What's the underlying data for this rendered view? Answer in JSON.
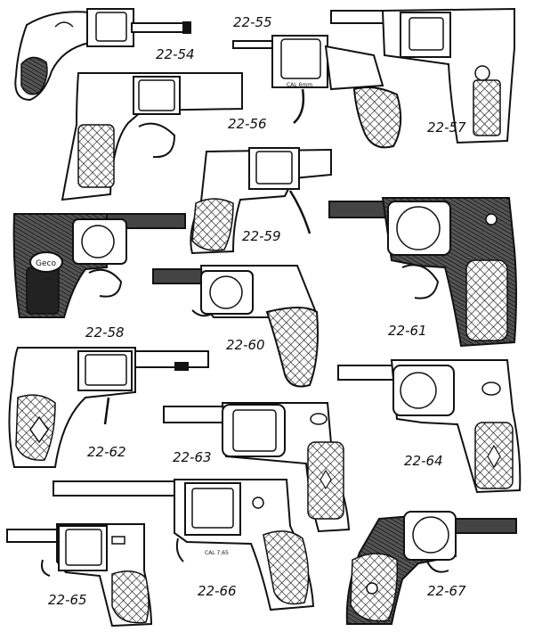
{
  "ink": "#111111",
  "paper": "#ffffff",
  "figures": [
    {
      "id": "22-54",
      "label": "22-54",
      "type": "bulldog",
      "grip": "bird-head",
      "trigger": "folding"
    },
    {
      "id": "22-55",
      "label": "22-55",
      "type": "velo-dog",
      "grip": "checkered",
      "trigger": "folding",
      "markings": "CAL 6mm"
    },
    {
      "id": "22-56",
      "label": "22-56",
      "type": "pocket-revolver",
      "grip": "checkered",
      "trigger": "guarded"
    },
    {
      "id": "22-57",
      "label": "22-57",
      "type": "pocket-revolver",
      "grip": "checkered",
      "trigger": "folding"
    },
    {
      "id": "22-58",
      "label": "22-58",
      "type": "pocket-revolver",
      "grip": "smooth",
      "trigger": "guarded",
      "markings": "Geco"
    },
    {
      "id": "22-59",
      "label": "22-59",
      "type": "velo-dog",
      "grip": "checkered",
      "trigger": "folding"
    },
    {
      "id": "22-60",
      "label": "22-60",
      "type": "velo-dog",
      "grip": "checkered",
      "trigger": "folding"
    },
    {
      "id": "22-61",
      "label": "22-61",
      "type": "pocket-revolver",
      "grip": "checkered",
      "trigger": "guarded"
    },
    {
      "id": "22-62",
      "label": "22-62",
      "type": "velo-dog",
      "grip": "diamond",
      "trigger": "folding"
    },
    {
      "id": "22-63",
      "label": "22-63",
      "type": "pocket-revolver",
      "grip": "diamond",
      "trigger": "folding"
    },
    {
      "id": "22-64",
      "label": "22-64",
      "type": "pocket-revolver",
      "grip": "diamond",
      "trigger": "folding"
    },
    {
      "id": "22-65",
      "label": "22-65",
      "type": "pocket-revolver",
      "grip": "checkered",
      "trigger": "folding"
    },
    {
      "id": "22-66",
      "label": "22-66",
      "type": "velo-dog",
      "grip": "checkered",
      "trigger": "folding",
      "markings": "CAL 7,65"
    },
    {
      "id": "22-67",
      "label": "22-67",
      "type": "pocket-revolver",
      "grip": "checkered",
      "trigger": "folding"
    }
  ]
}
